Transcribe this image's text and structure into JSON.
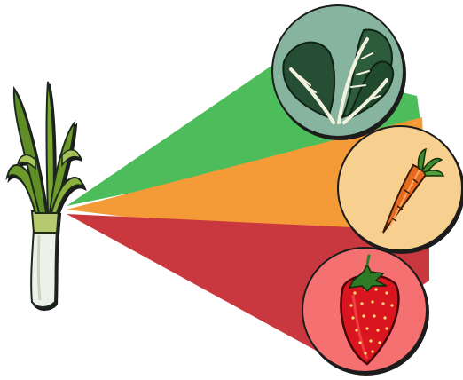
{
  "diagram": {
    "source": {
      "name": "leek",
      "icon": "leek-icon"
    },
    "targets": [
      {
        "name": "chard",
        "icon": "chard-leaf-icon",
        "beam_color": "#4dbd5c",
        "circle_color": "#86b49e"
      },
      {
        "name": "carrot",
        "icon": "carrot-icon",
        "beam_color": "#f49b38",
        "circle_color": "#f7cf8f"
      },
      {
        "name": "strawberry",
        "icon": "strawberry-icon",
        "beam_color": "#c9383f",
        "circle_color": "#f56f6f"
      }
    ]
  }
}
